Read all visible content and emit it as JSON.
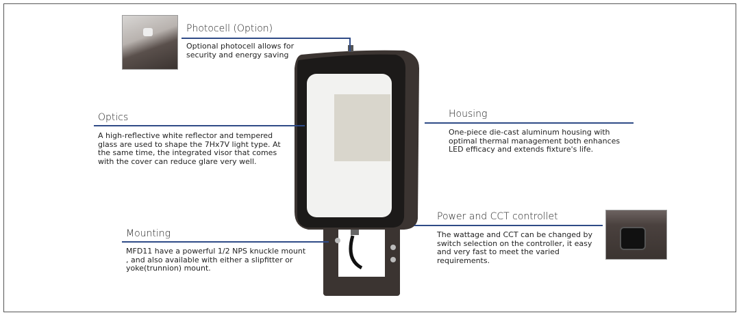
{
  "features": {
    "photocell": {
      "title": "Photocell (Option)",
      "desc": "Optional  photocell allows for security and energy saving"
    },
    "optics": {
      "title": "Optics",
      "desc": "A high-reflective white reflector and tempered glass are used to shape the 7Hx7V light type. At the same time, the integrated visor that comes with the cover can reduce glare very well."
    },
    "housing": {
      "title": "Housing",
      "desc": "One-piece die-cast aluminum housing with optimal thermal management both enhances LED efficacy and extends fixture's life."
    },
    "power": {
      "title": "Power and CCT controllet",
      "desc": "The wattage and CCT can be changed by switch selection on the controller, it easy and very fast to meet the varied requirements."
    },
    "mounting": {
      "title": "Mounting",
      "desc": "MFD11 have a powerful 1/2 NPS knuckle mount , and also available with either a slipfitter or yoke(trunnion) mount."
    }
  },
  "colors": {
    "accent_line": "#2e4a86",
    "housing": "#3b3431"
  }
}
